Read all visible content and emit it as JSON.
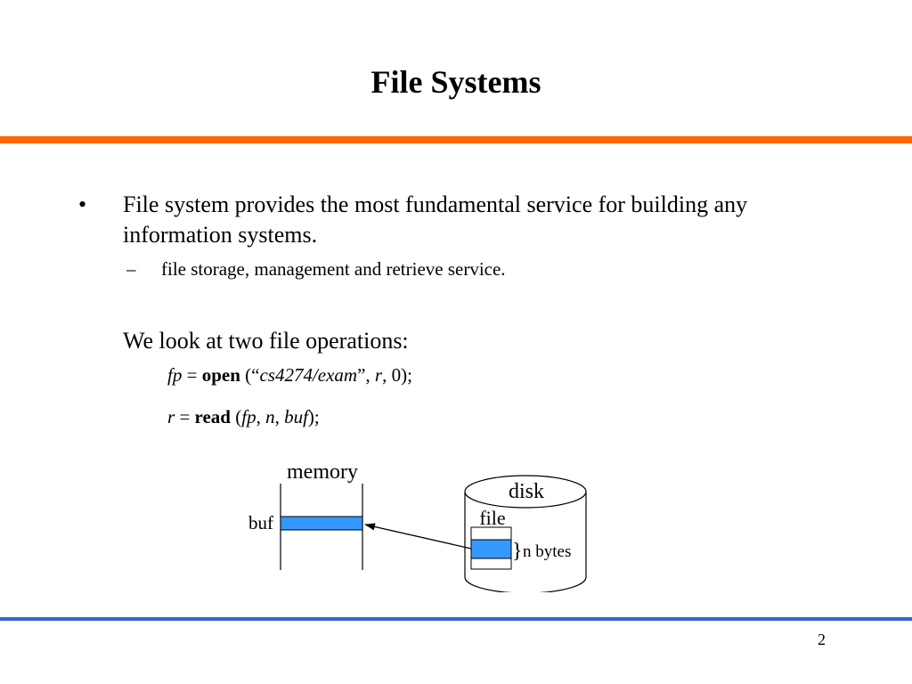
{
  "slide": {
    "title": "File Systems",
    "bullet": "File system provides the most fundamental service for building any information systems.",
    "sub_bullet": "file storage, management and retrieve service.",
    "ops_intro": "We look at two file operations:",
    "code_open": {
      "var": "fp",
      "eq": " = ",
      "fn": "open",
      "p1": " (“",
      "path": "cs4274/exam",
      "p2": "”, ",
      "mode": "r",
      "p3": ", 0);"
    },
    "code_read": {
      "var": "r",
      "eq": " = ",
      "fn": "read",
      "p1": " (",
      "a1": "fp",
      "c1": ", ",
      "a2": "n",
      "c2": ", ",
      "a3": "buf",
      "p2": ");"
    },
    "page_number": "2"
  },
  "diagram": {
    "memory_label": "memory",
    "buf_label": "buf",
    "disk_label": "disk",
    "file_label": "file",
    "bytes_brace": "}",
    "bytes_label": "n bytes"
  },
  "colors": {
    "top_rule": "#FF6600",
    "bottom_rule": "#3366CC",
    "buffer_fill": "#3399FF"
  }
}
